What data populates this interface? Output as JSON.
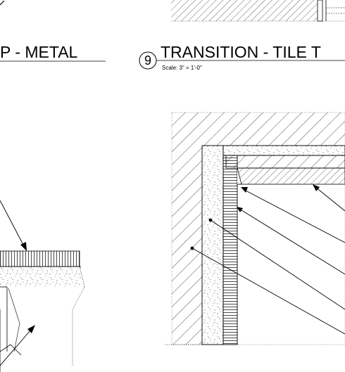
{
  "left_detail": {
    "title": "P - METAL"
  },
  "right_detail": {
    "number": "9",
    "title": "TRANSITION - TILE T",
    "scale": "Scale: 3\" = 1'-0\""
  }
}
